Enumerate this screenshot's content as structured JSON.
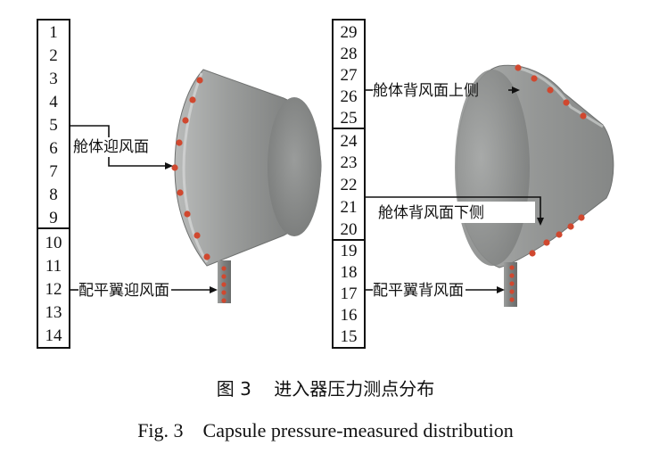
{
  "figure": {
    "left_column_numbers": [
      "1",
      "2",
      "3",
      "4",
      "5",
      "6",
      "7",
      "8",
      "9",
      "10",
      "11",
      "12",
      "13",
      "14"
    ],
    "right_column_numbers": [
      "29",
      "28",
      "27",
      "26",
      "25",
      "24",
      "23",
      "22",
      "21",
      "20",
      "19",
      "18",
      "17",
      "16",
      "15"
    ],
    "labels": {
      "left_windward": "舱体迎风面",
      "left_trim_windward": "配平翼迎风面",
      "right_leeward_upper": "舱体背风面上侧",
      "right_leeward_lower": "舱体背风面下侧",
      "right_trim_leeward": "配平翼背风面"
    },
    "colors": {
      "capsule_body": "#8a8c8b",
      "capsule_light": "#c9cbca",
      "capsule_dark": "#5d5f5e",
      "sensor_point": "#d0482f"
    }
  },
  "caption": {
    "cn": "图 3    进入器压力测点分布",
    "en": "Fig. 3    Capsule pressure-measured distribution"
  }
}
